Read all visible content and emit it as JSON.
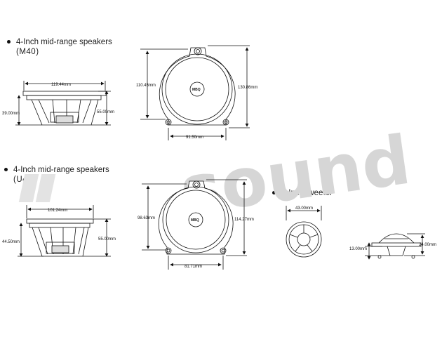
{
  "watermark": {
    "text": "sound"
  },
  "brand_label": "MBQ",
  "sections": {
    "m40": {
      "title": "4-Inch mid-range speakers",
      "model": "(M40)",
      "dims": {
        "side_width": "119.44mm",
        "side_depth_small": "39.00mm",
        "side_depth_total": "55.00mm",
        "front_inner": "110.45mm",
        "front_outer": "130.86mm",
        "front_hole": "91.50mm"
      }
    },
    "u40": {
      "title": "4-Inch mid-range speakers",
      "model": "(U40)",
      "dims": {
        "side_width": "101.24mm",
        "side_depth_small": "44.50mm",
        "side_depth_total": "55.00mm",
        "front_inner": "98.63mm",
        "front_outer": "114.27mm",
        "front_hole": "81.71mm"
      }
    },
    "tweeter": {
      "title": "1-Inch tweeter",
      "dims": {
        "diameter": "43.00mm",
        "depth_small": "13.00mm",
        "depth_total": "24.00mm"
      }
    }
  }
}
